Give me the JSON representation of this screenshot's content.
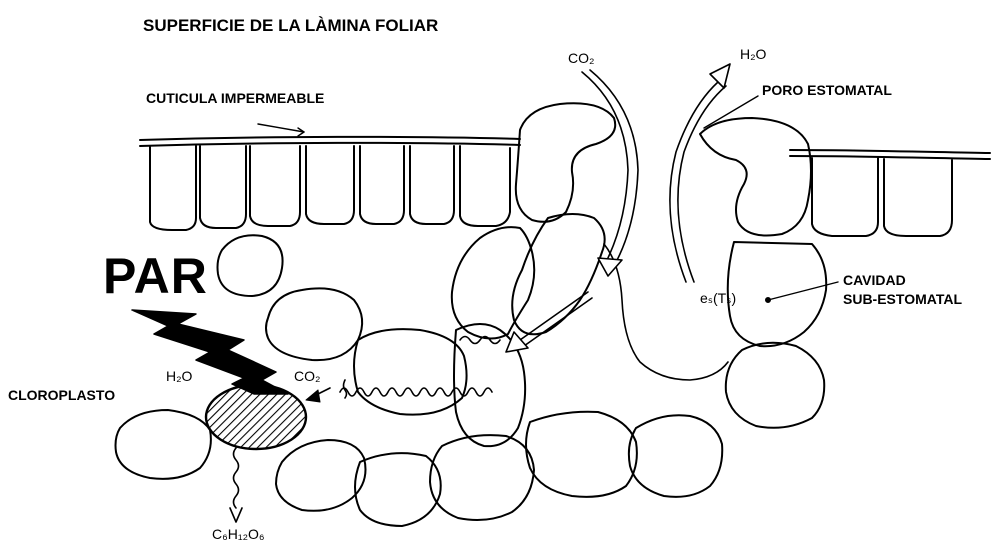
{
  "diagram": {
    "title": "SUPERFICIE DE LA LÀMINA FOLIAR",
    "labels": {
      "cuticle": "CUTICULA IMPERMEABLE",
      "stomatal_pore": "PORO ESTOMATAL",
      "substomatal_cavity_line1": "CAVIDAD",
      "substomatal_cavity_line2": "SUB-ESTOMATAL",
      "chloroplast": "CLOROPLASTO",
      "par": "PAR",
      "co2_in": "CO₂",
      "h2o_out": "H₂O",
      "h2o_cell": "H₂O",
      "co2_cell": "CO₂",
      "glucose": "C₆H₁₂O₆",
      "vapor_symbol": "eₛ(Tₛ)"
    }
  }
}
